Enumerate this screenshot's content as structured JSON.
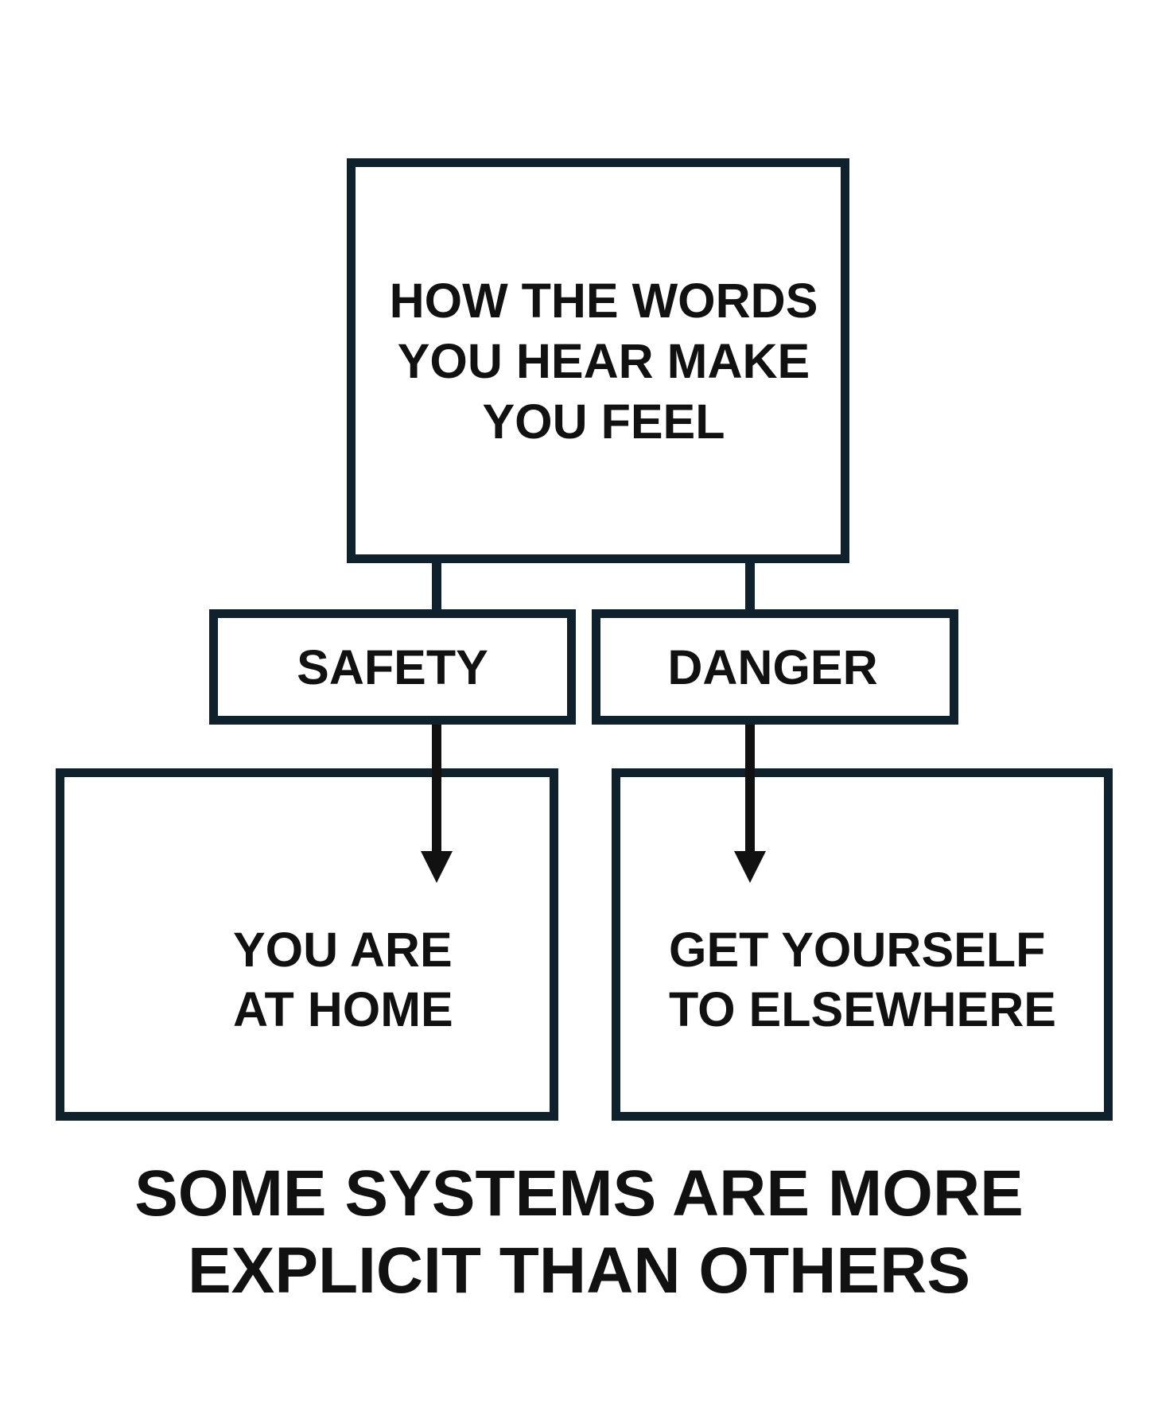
{
  "diagram": {
    "top_node": "HOW THE WORDS\nYOU HEAR MAKE\nYOU FEEL",
    "branch_left": "SAFETY",
    "branch_right": "DANGER",
    "outcome_left": "YOU ARE\nAT HOME",
    "outcome_right": "GET YOURSELF\nTO ELSEWHERE",
    "caption": "SOME SYSTEMS ARE MORE\nEXPLICIT THAN OTHERS"
  },
  "colors": {
    "stroke": "#0f212d",
    "arrow": "#111111",
    "text": "#111111",
    "background": "#ffffff"
  }
}
